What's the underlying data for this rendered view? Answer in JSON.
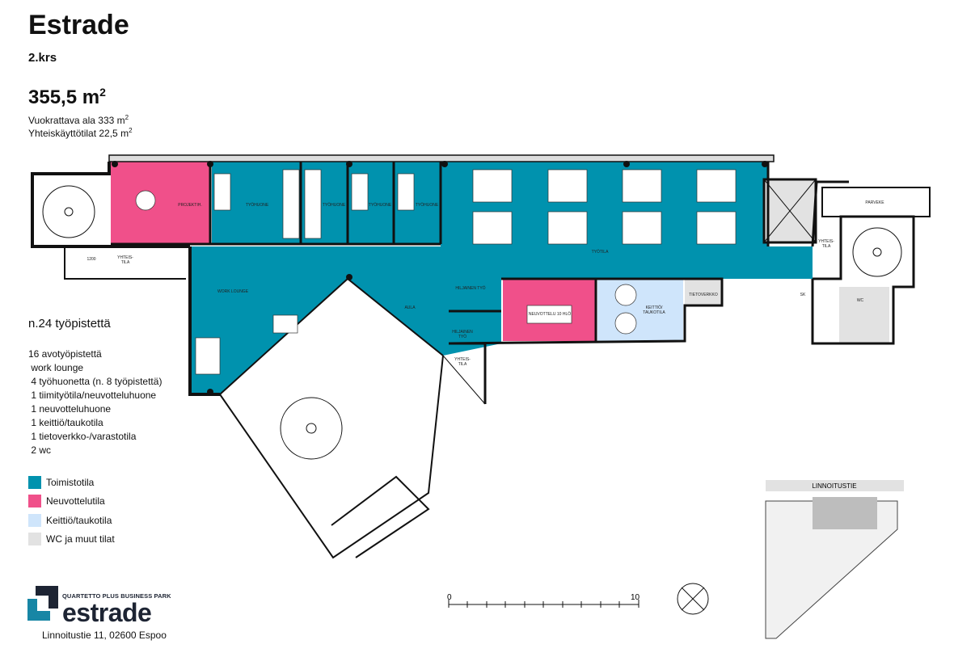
{
  "header": {
    "title": "Estrade",
    "floor": "2.krs",
    "area_value": "355,5 m",
    "area_sup": "2",
    "rentable": "Vuokrattava ala 333 m",
    "rentable_sup": "2",
    "shared": "Yhteiskäyttötilat  22,5 m",
    "shared_sup": "2"
  },
  "summary": {
    "workstations": "n.24 työpistettä",
    "items": [
      "16 avotyöpistettä",
      " work lounge",
      " 4 työhuonetta (n. 8 työpistettä)",
      " 1 tiimityötila/neuvotteluhuone",
      " 1 neuvotteluhuone",
      " 1 keittiö/taukotila",
      " 1 tietoverkko-/varastotila",
      " 2 wc"
    ]
  },
  "legend": [
    {
      "label": "Toimistotila",
      "color": "#0092ae"
    },
    {
      "label": "Neuvottelutila",
      "color": "#f0508a"
    },
    {
      "label": "Keittiö/taukotila",
      "color": "#cfe5fb"
    },
    {
      "label": "WC ja muut tilat",
      "color": "#e2e2e2"
    }
  ],
  "rooms": {
    "projektih": "PROJEKTIH.",
    "tyohuone": "TYÖHUONE",
    "tyotila": "TYÖTILA",
    "yhteistila_1": "YHTEIS-",
    "yhteistila_2": "TILA",
    "work_lounge": "WORK LOUNGE",
    "aula": "AULA",
    "hiljainen_tyo": "HILJAINEN TYÖ",
    "hiljainen_tyo_1": "HILJAINEN",
    "hiljainen_tyo_2": "TYÖ",
    "neuvottelu": "NEUVOTTELU 10 HLÖ",
    "keittio_1": "KEITTIÖ/",
    "keittio_2": "TAUKOTILA",
    "tietoverkko": "TIETOVERKKO",
    "parveke": "PARVEKE",
    "sk": "SK",
    "wc": "WC",
    "exit": "1200"
  },
  "sitemap": {
    "street": "LINNOITUSTIE"
  },
  "scale": {
    "start": "0",
    "end": "10"
  },
  "logo": {
    "tagline": "QUARTETTO PLUS BUSINESS PARK",
    "word": "estrade",
    "address": "Linnoitustie 11, 02600 Espoo"
  },
  "colors": {
    "office": "#0092ae",
    "meeting": "#f0508a",
    "kitchen": "#cfe5fb",
    "other": "#e2e2e2"
  }
}
